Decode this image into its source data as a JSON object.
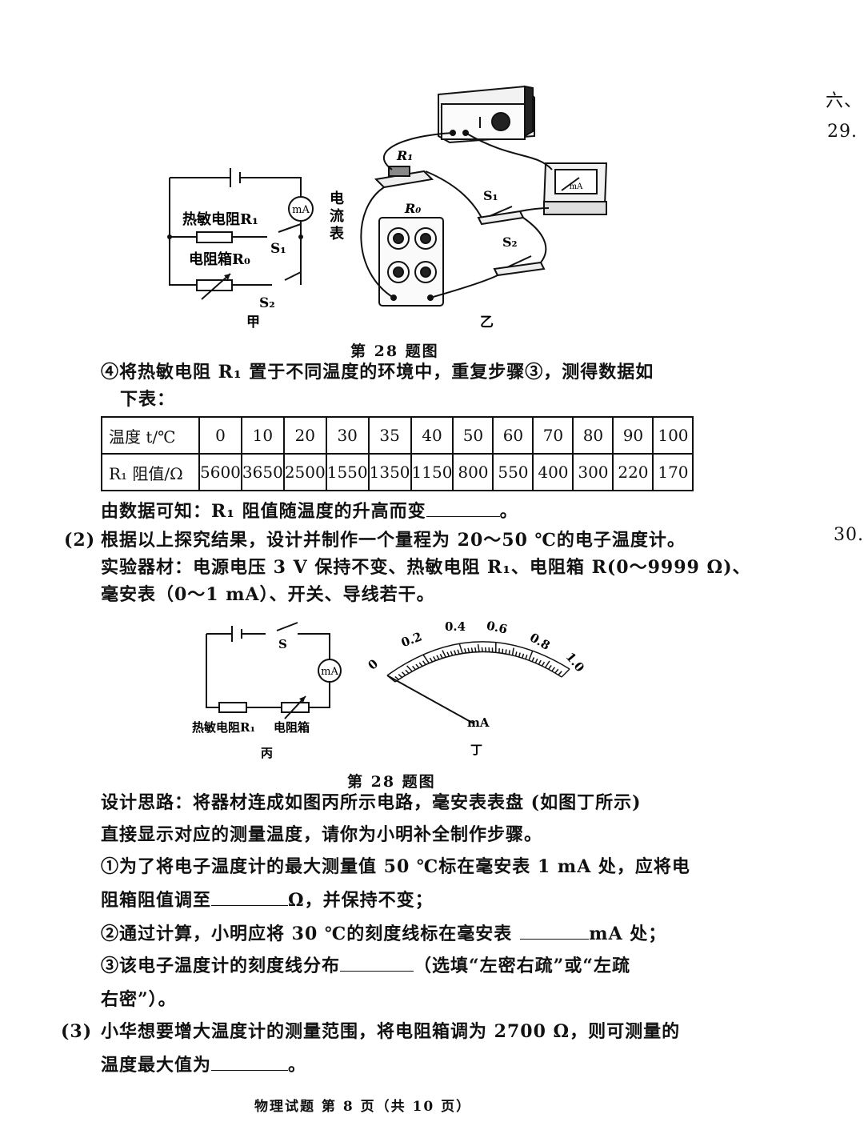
{
  "side_edge": {
    "label_six": "六、",
    "label_29": "29.",
    "label_30": "30."
  },
  "figure_top": {
    "jia": {
      "label_meter": "mA",
      "label_meter_name": [
        "电",
        "流",
        "表"
      ],
      "label_thermistor": "热敏电阻R₁",
      "label_s1": "S₁",
      "label_resbox": "电阻箱R₀",
      "label_s2": "S₂",
      "caption": "甲"
    },
    "yi": {
      "label_r1": "R₁",
      "label_r0": "R₀",
      "label_s1": "S₁",
      "label_s2": "S₂",
      "label_meter": "mA",
      "caption": "乙"
    },
    "caption": "第 28 题图"
  },
  "step4": {
    "line1": "④将热敏电阻 R₁ 置于不同温度的环境中，重复步骤③，测得数据如",
    "line2": "下表："
  },
  "table": {
    "row_headers": [
      "温度 t/℃",
      "R₁ 阻值/Ω"
    ],
    "temperatures": [
      "0",
      "10",
      "20",
      "30",
      "35",
      "40",
      "50",
      "60",
      "70",
      "80",
      "90",
      "100"
    ],
    "resistances": [
      "5600",
      "3650",
      "2500",
      "1550",
      "1350",
      "1150",
      "800",
      "550",
      "400",
      "300",
      "220",
      "170"
    ]
  },
  "conclusion": {
    "before": "由数据可知：R₁ 阻值随温度的升高而变",
    "after": "。"
  },
  "part2": {
    "num": "(2)",
    "line1": "根据以上探究结果，设计并制作一个量程为 20～50 ℃的电子温度计。",
    "line2": "实验器材：电源电压 3 V 保持不变、热敏电阻 R₁、电阻箱 R(0～9999 Ω)、",
    "line3": "毫安表（0～1 mA）、开关、导线若干。"
  },
  "figure_bottom": {
    "bing": {
      "label_s": "S",
      "label_meter": "mA",
      "label_thermistor": "热敏电阻R₁",
      "label_resbox": "电阻箱",
      "caption": "丙"
    },
    "ding": {
      "scale_labels": [
        "0",
        "0.2",
        "0.4",
        "0.6",
        "0.8",
        "1.0"
      ],
      "unit": "mA",
      "caption": "丁"
    },
    "caption": "第 28 题图"
  },
  "design": {
    "line1": "设计思路：将器材连成如图丙所示电路，毫安表表盘 (如图丁所示)",
    "line2": "直接显示对应的测量温度，请你为小明补全制作步骤。",
    "s1_line1": "①为了将电子温度计的最大测量值 50 ℃标在毫安表 1 mA 处，应将电",
    "s1_line2_before": "阻箱阻值调至",
    "s1_line2_after": "Ω，并保持不变；",
    "s2_before": "②通过计算，小明应将 30 ℃的刻度线标在毫安表",
    "s2_after": "mA 处；",
    "s3_before": "③该电子温度计的刻度线分布",
    "s3_after": "（选填“左密右疏”或“左疏",
    "s3_line2": "右密”）。"
  },
  "part3": {
    "num": "(3)",
    "line1": "小华想要增大温度计的测量范围，将电阻箱调为 2700 Ω，则可测量的",
    "line2_before": "温度最大值为",
    "line2_after": "。"
  },
  "footer": "物理试题  第 8 页（共 10 页）"
}
